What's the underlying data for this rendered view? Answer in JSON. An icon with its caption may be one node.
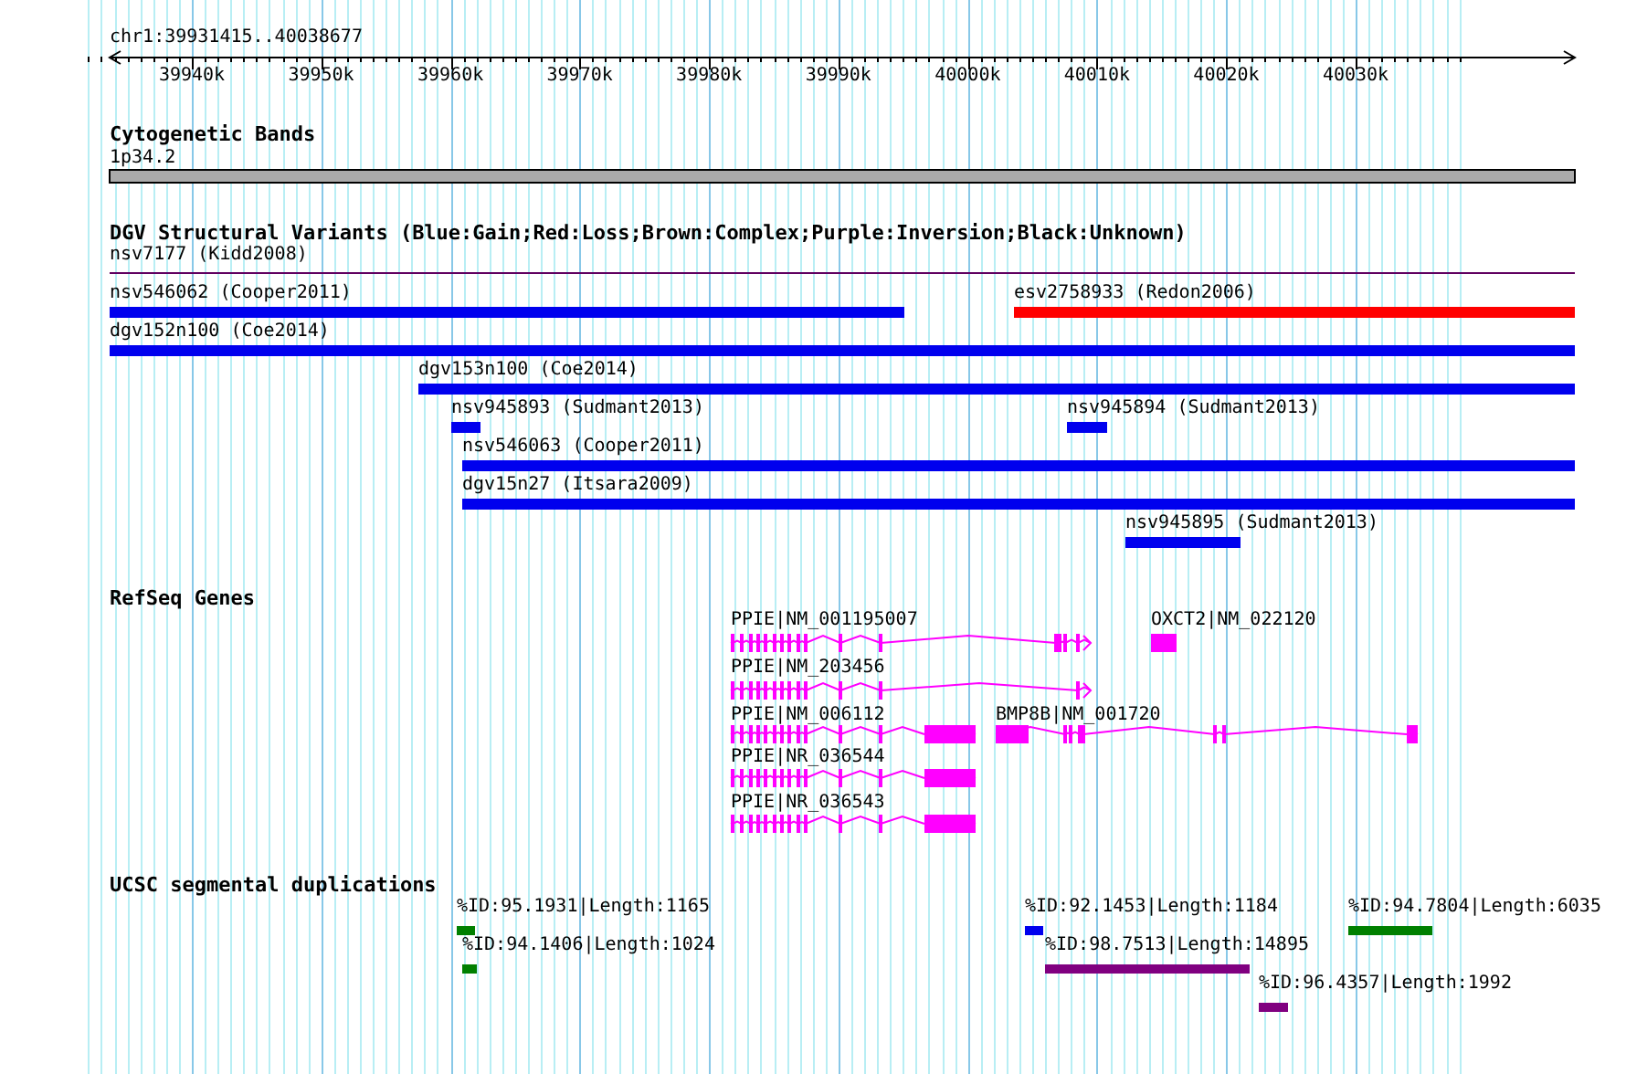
{
  "diagram": {
    "nodes": [
      {
        "text": [
          "1p34.2"
        ]
      },
      {
        "text": [
          "nsv7177 (Kidd2008)"
        ]
      },
      {
        "text": [
          "nsv546062 (Cooper2011)"
        ]
      },
      {
        "text": [
          "esv2758933 (Redon2006)"
        ]
      },
      {
        "text": [
          "dgv152n100 (Coe2014)"
        ]
      },
      {
        "text": [
          "dgv153n100 (Coe2014)"
        ]
      },
      {
        "text": [
          "nsv945893 (Sudmant2013)"
        ]
      },
      {
        "text": [
          "nsv945894 (Sudmant2013)"
        ]
      },
      {
        "text": [
          "nsv546063 (Cooper2011)"
        ]
      },
      {
        "text": [
          "dgv15n27 (Itsara2009)"
        ]
      },
      {
        "text": [
          "nsv945895 (Sudmant2013)"
        ]
      },
      {
        "text": [
          "PPIE|NM_001195007"
        ]
      },
      {
        "text": [
          "OXCT2|NM_022120"
        ]
      },
      {
        "text": [
          "PPIE|NM_203456"
        ]
      },
      {
        "text": [
          "PPIE|NM_006112"
        ]
      },
      {
        "text": [
          "BMP8B|NM_001720"
        ]
      },
      {
        "text": [
          "PPIE|NR_036544"
        ]
      },
      {
        "text": [
          "PPIE|NR_036543"
        ]
      },
      {
        "text": [
          "%ID:95.1931|Length:1165"
        ]
      },
      {
        "text": [
          "%ID:92.1453|Length:1184"
        ]
      },
      {
        "text": [
          "%ID:94.7804|Length:6035"
        ]
      },
      {
        "text": [
          "%ID:94.1406|Length:1024"
        ]
      },
      {
        "text": [
          "%ID:98.7513|Length:14895"
        ]
      },
      {
        "text": [
          "%ID:96.4357|Length:1992"
        ]
      }
    ],
    "edges": [],
    "labels": [
      "chr1:39931415..40038677",
      "39940k",
      "39950k",
      "39960k",
      "39970k",
      "39980k",
      "39990k",
      "40000k",
      "40010k",
      "40020k",
      "40030k",
      "Cytogenetic Bands",
      "DGV Structural Variants (Blue:Gain;Red:Loss;Brown:Complex;Purple:Inversion;Black:Unknown)",
      "RefSeq Genes",
      "UCSC segmental duplications"
    ]
  }
}
